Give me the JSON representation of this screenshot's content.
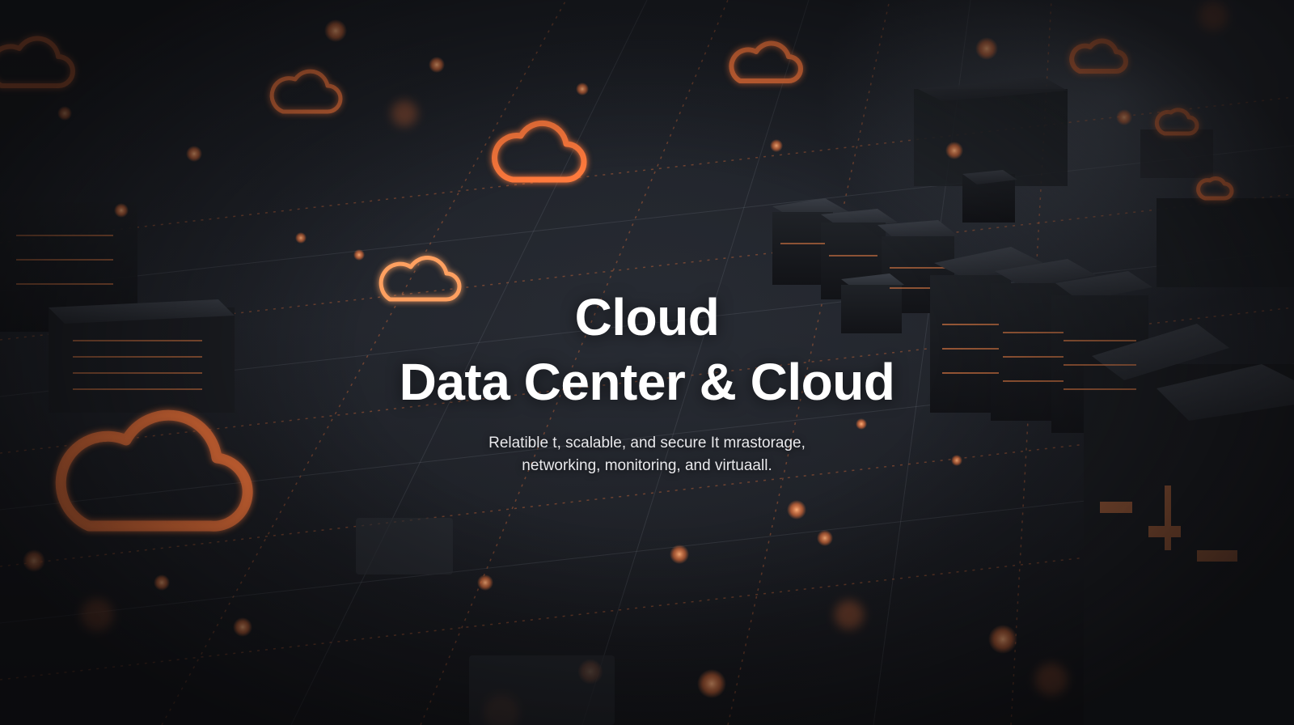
{
  "hero": {
    "title_line1": "Cloud",
    "title_line2": "Data Center & Cloud",
    "subtitle_line1": "Relatible t, scalable, and secure It mrastorage,",
    "subtitle_line2": "networking, monitoring, and virtuaall."
  },
  "colors": {
    "accent_glow": "#ff7a3d",
    "background": "#1b1e24",
    "server_dark": "#2a2d33",
    "text": "#ffffff"
  },
  "icons": [
    "cloud-icon"
  ]
}
